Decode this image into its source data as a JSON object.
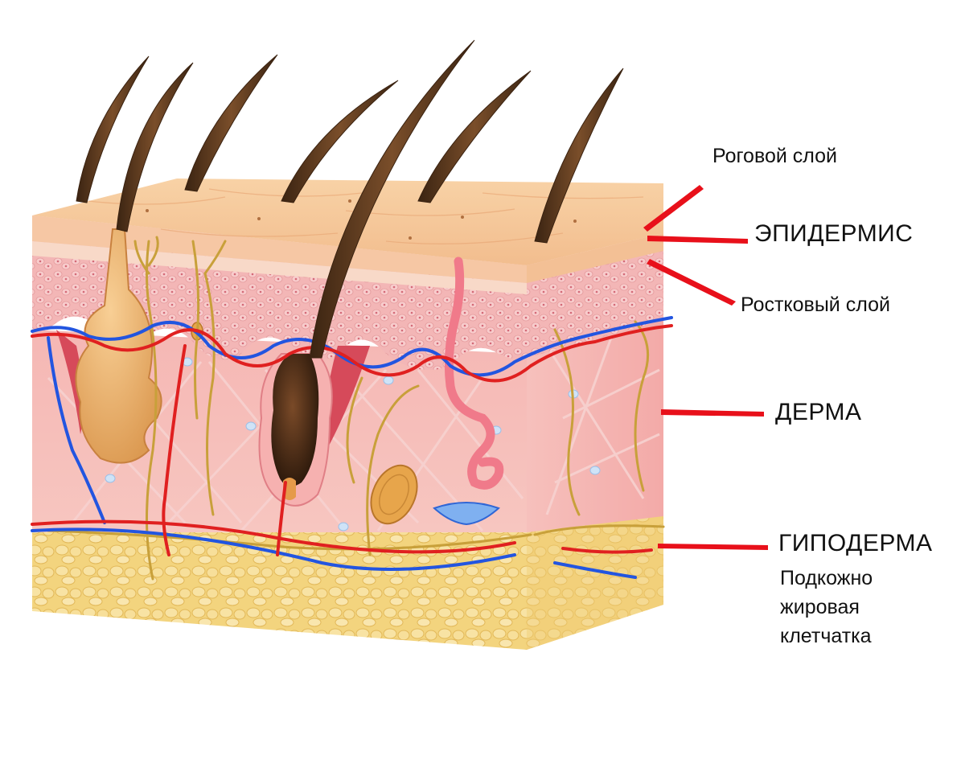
{
  "labels": {
    "stratum_corneum": "Роговой слой",
    "epidermis": "ЭПИДЕРМИС",
    "stratum_germinativum": "Ростковый слой",
    "dermis": "ДЕРМА",
    "hypodermis": "ГИПОДЕРМА",
    "subcutaneous_fat": [
      "Подкожно",
      "жировая",
      "клетчатка"
    ]
  },
  "colors": {
    "pointer": "#e8101a",
    "hair": "#5a3a1e",
    "artery": "#e02020",
    "vein": "#2255e0",
    "nerve": "#c8a03a",
    "dermis": "#f4b8b4",
    "epidermis": "#f5c9a0",
    "fat": "#f2d17a"
  }
}
